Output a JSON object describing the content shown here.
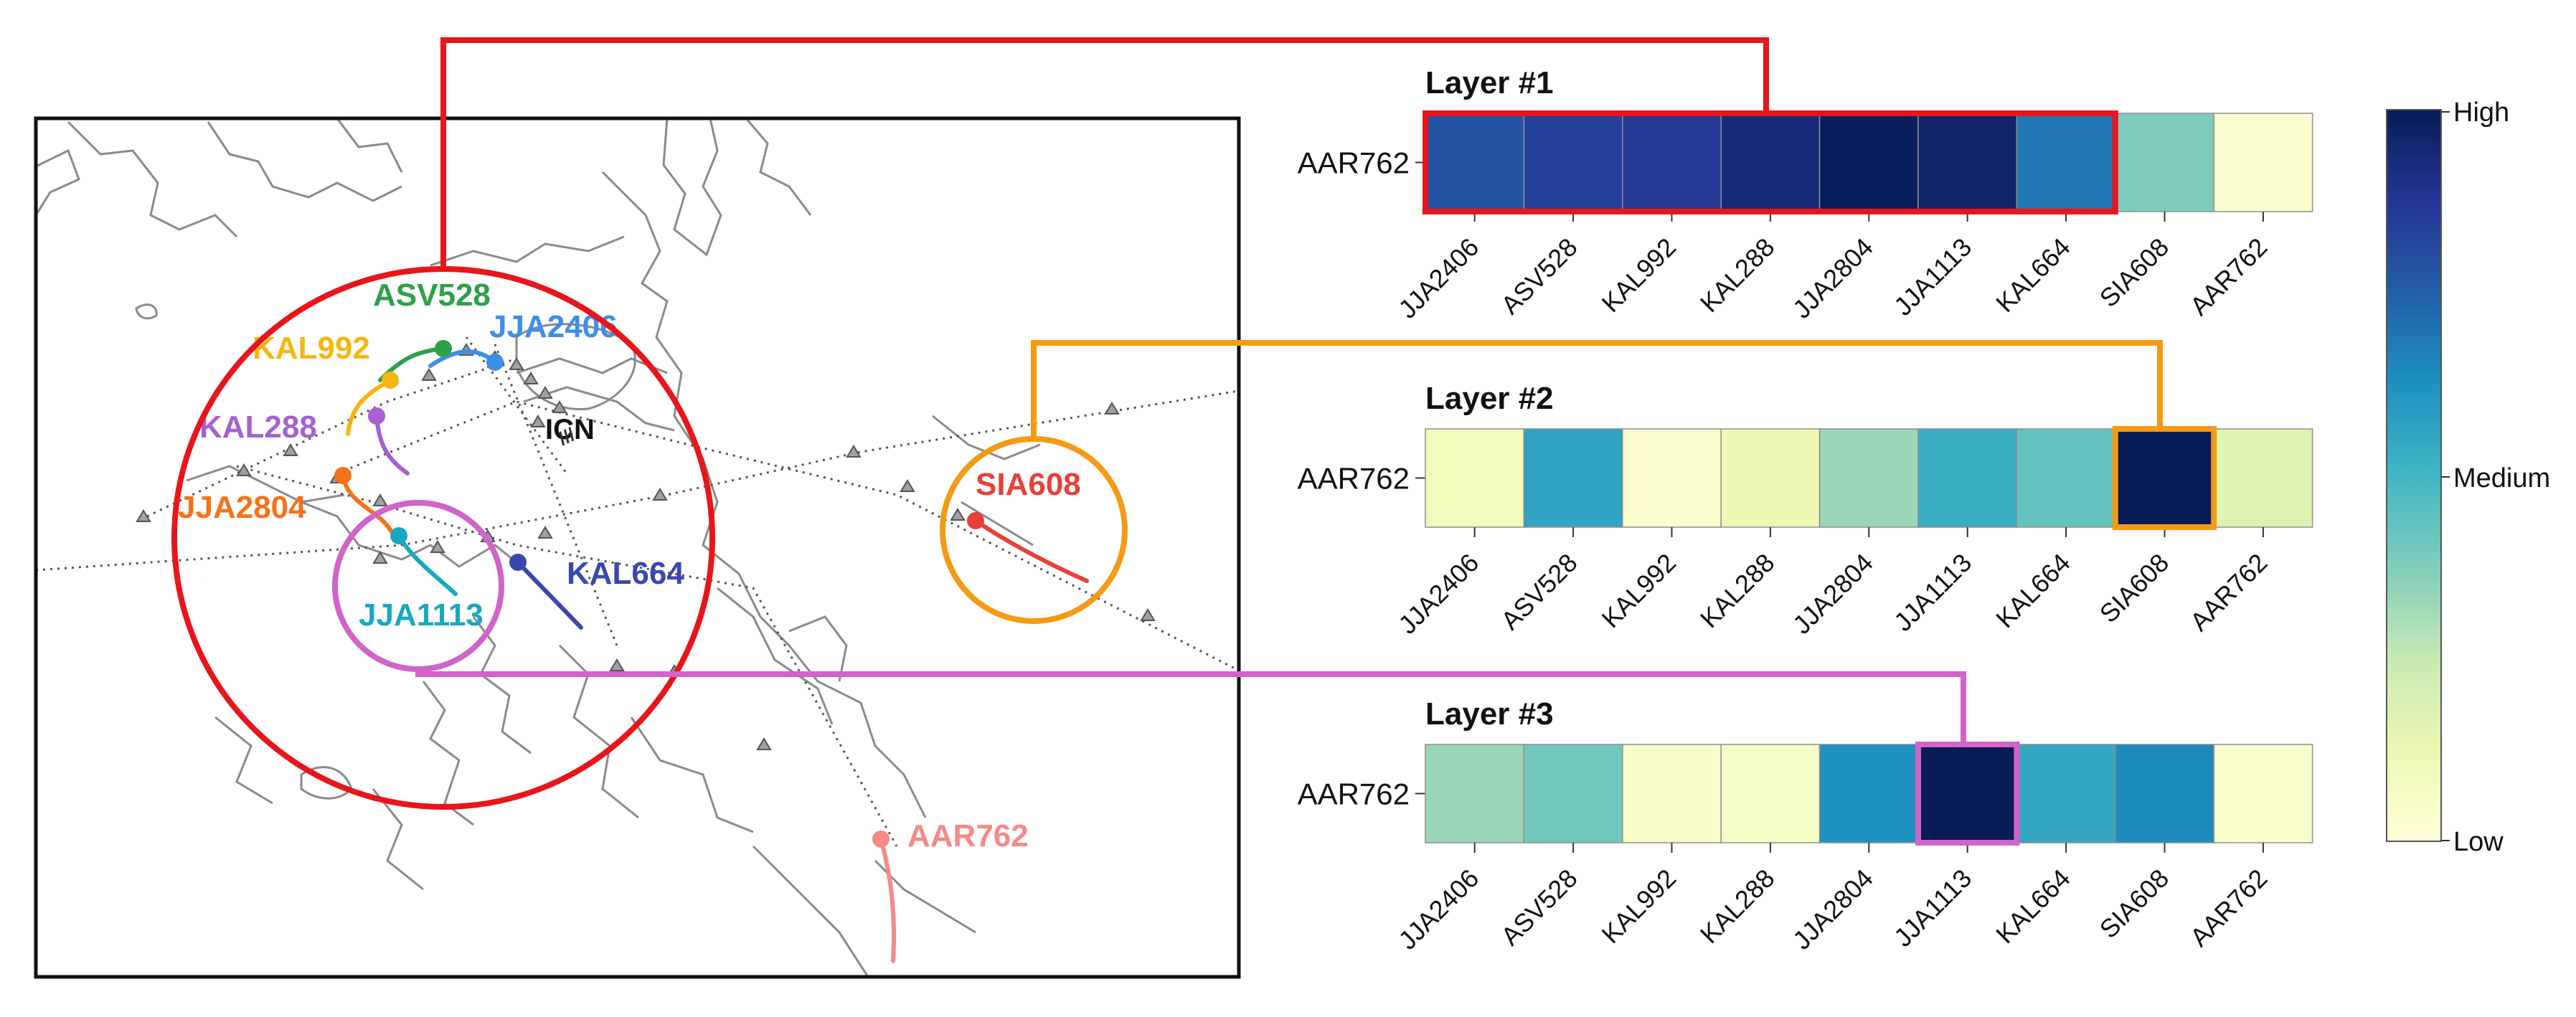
{
  "colors": {
    "layer1_box": "#e8151b",
    "layer2_box": "#f59a14",
    "layer3_box": "#d064c8",
    "coast": "#8a8a8a",
    "route": "#555555"
  },
  "map": {
    "airport_label": "ICN",
    "runway_label": "///",
    "flights": [
      {
        "name": "ASV528",
        "color": "#2ea04a"
      },
      {
        "name": "JJA2406",
        "color": "#3d8ee8"
      },
      {
        "name": "KAL992",
        "color": "#f5b70f"
      },
      {
        "name": "KAL288",
        "color": "#a660d0"
      },
      {
        "name": "JJA2804",
        "color": "#f57218"
      },
      {
        "name": "JJA1113",
        "color": "#17a9bf"
      },
      {
        "name": "KAL664",
        "color": "#3a47b0"
      },
      {
        "name": "SIA608",
        "color": "#e8403a"
      },
      {
        "name": "AAR762",
        "color": "#f58a86"
      }
    ]
  },
  "chart_data": {
    "type": "heatmap",
    "row_label": "AAR762",
    "columns": [
      "JJA2406",
      "ASV528",
      "KAL992",
      "KAL288",
      "JJA2804",
      "JJA1113",
      "KAL664",
      "SIA608",
      "AAR762"
    ],
    "colorbar": {
      "ticks": [
        "High",
        "Medium",
        "Low"
      ],
      "colormap": "YlGnBu"
    },
    "layers": [
      {
        "title": "Layer #1",
        "values": [
          0.78,
          0.84,
          0.86,
          0.93,
          0.99,
          0.97,
          0.69,
          0.38,
          0.03
        ],
        "highlight": [
          0,
          6
        ]
      },
      {
        "title": "Layer #2",
        "values": [
          0.09,
          0.56,
          0.03,
          0.12,
          0.33,
          0.53,
          0.43,
          1.0,
          0.17
        ],
        "highlight": [
          7,
          7
        ]
      },
      {
        "title": "Layer #3",
        "values": [
          0.33,
          0.4,
          0.05,
          0.06,
          0.62,
          1.0,
          0.55,
          0.64,
          0.04
        ],
        "highlight": [
          5,
          5
        ]
      }
    ]
  }
}
